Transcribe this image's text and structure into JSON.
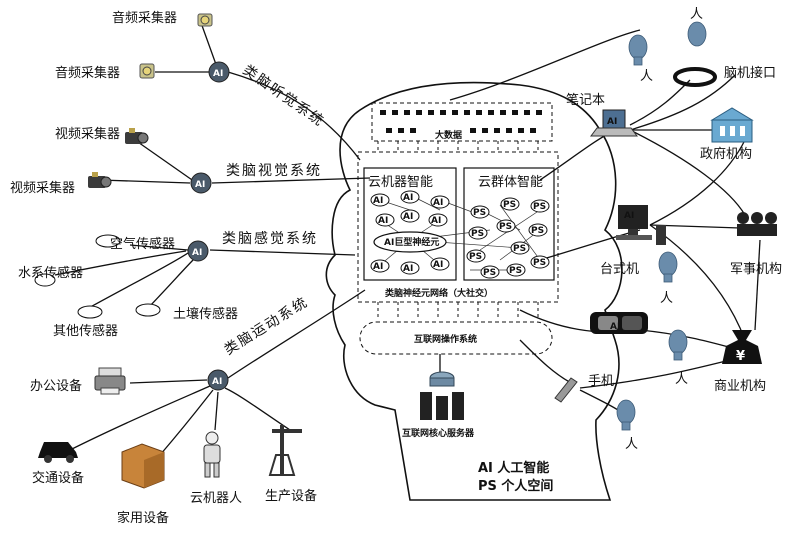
{
  "hearing": {
    "sensor_label": "音频采集器",
    "hub_label": "AI",
    "system_label": "类脑听觉系统",
    "icon": "microphone-icon"
  },
  "vision": {
    "sensor_label": "视频采集器",
    "hub_label": "AI",
    "system_label": "类脑视觉系统",
    "icon": "camera-icon"
  },
  "sensing": {
    "sensors": [
      "空气传感器",
      "水系传感器",
      "其他传感器",
      "土壤传感器"
    ],
    "hub_label": "AI",
    "system_label": "类脑感觉系统"
  },
  "motor": {
    "devices": [
      "办公设备",
      "交通设备",
      "家用设备",
      "云机器人",
      "生产设备"
    ],
    "hub_label": "AI",
    "system_label": "类脑运动系统"
  },
  "brain": {
    "big_data": "大数据",
    "cloud_machine": "云机器智能",
    "cloud_group": "云群体智能",
    "giant_neuron": "AI巨型神经元",
    "ai_node": "AI",
    "ps_node": "PS",
    "network_label": "类脑神经元网络（大社交）",
    "os_label": "互联网操作系统",
    "server_label": "互联网核心服务器"
  },
  "right": {
    "laptop": "笔记本",
    "bci": "脑机接口",
    "gov": "政府机构",
    "desktop": "台式机",
    "military": "军事机构",
    "phone": "手机",
    "business": "商业机构",
    "person": "人",
    "screen_ai": "AI"
  },
  "legend": {
    "ai": "AI  人工智能",
    "ps": "PS  个人空间"
  }
}
